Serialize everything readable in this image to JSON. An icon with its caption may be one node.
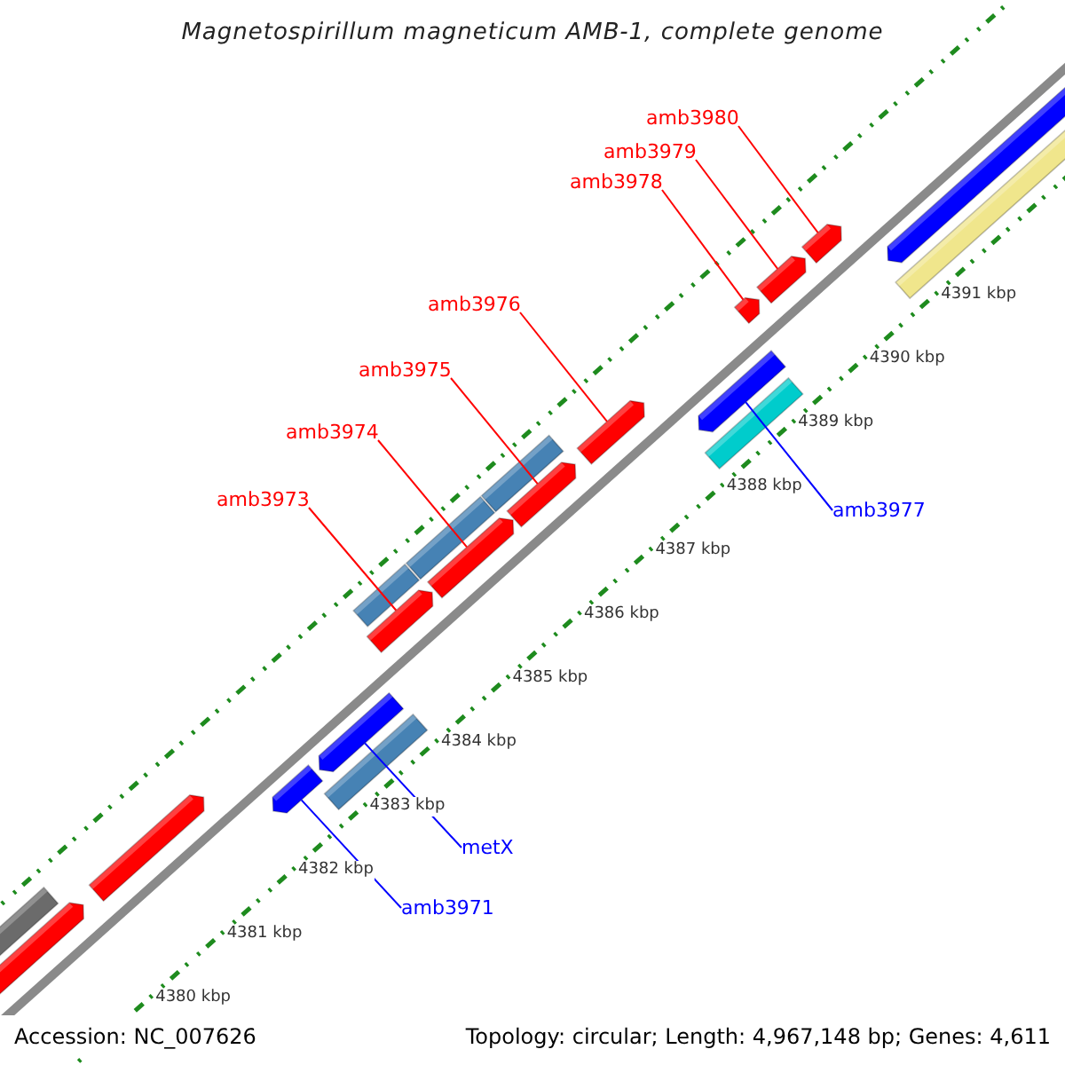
{
  "diagram": {
    "title": "Magnetospirillum magneticum AMB-1, complete genome",
    "nodes": [
      {
        "text": [
          "amb3980"
        ]
      },
      {
        "text": [
          "amb3979"
        ]
      },
      {
        "text": [
          "amb3978"
        ]
      },
      {
        "text": [
          "amb3976"
        ]
      },
      {
        "text": [
          "amb3975"
        ]
      },
      {
        "text": [
          "amb3974"
        ]
      },
      {
        "text": [
          "amb3973"
        ]
      },
      {
        "text": [
          "amb3977"
        ]
      },
      {
        "text": [
          "metX"
        ]
      },
      {
        "text": [
          "amb3971"
        ]
      },
      {
        "text": [],
        "shape": "bar"
      },
      {
        "text": [],
        "shape": "bar"
      },
      {
        "text": [],
        "shape": "bar"
      },
      {
        "text": [],
        "shape": "bar"
      },
      {
        "text": [],
        "shape": "bar"
      },
      {
        "text": [],
        "shape": "bar"
      },
      {
        "text": [],
        "shape": "bar"
      },
      {
        "text": [],
        "shape": "bar"
      },
      {
        "text": [],
        "shape": "bar"
      },
      {
        "text": [],
        "shape": "bar"
      },
      {
        "text": [],
        "shape": "bar"
      },
      {
        "text": [],
        "shape": "bar"
      },
      {
        "text": [],
        "shape": "bar"
      },
      {
        "text": [],
        "shape": "bar"
      },
      {
        "text": [],
        "shape": "bar"
      },
      {
        "text": [],
        "shape": "bar"
      },
      {
        "text": [],
        "shape": "bar"
      },
      {
        "text": [],
        "shape": "bar"
      },
      {
        "text": [],
        "shape": "bar"
      },
      {
        "text": [],
        "shape": "bar"
      }
    ],
    "edges": [
      {
        "from": 0,
        "to": 27,
        "arrow": "none"
      },
      {
        "from": 1,
        "to": 26,
        "arrow": "none"
      },
      {
        "from": 2,
        "to": 25,
        "arrow": "none"
      },
      {
        "from": 3,
        "to": 22,
        "arrow": "none"
      },
      {
        "from": 4,
        "to": 21,
        "arrow": "none"
      },
      {
        "from": 5,
        "to": 19,
        "arrow": "none"
      },
      {
        "from": 6,
        "to": 17,
        "arrow": "none"
      },
      {
        "from": 7,
        "to": 24,
        "arrow": "none",
        "color": "#0000ff"
      },
      {
        "from": 8,
        "to": 15,
        "arrow": "none",
        "color": "#0000ff"
      },
      {
        "from": 9,
        "to": 13,
        "arrow": "none",
        "color": "#0000ff"
      }
    ],
    "labels": [
      "4391 kbp",
      "4390 kbp",
      "4389 kbp",
      "4388 kbp",
      "4387 kbp",
      "4386 kbp",
      "4385 kbp",
      "4384 kbp",
      "4383 kbp",
      "4382 kbp",
      "4381 kbp",
      "4380 kbp",
      "Accession: NC_007626",
      "Topology: circular; Length: 4,967,148 bp; Genes: 4,611"
    ]
  }
}
